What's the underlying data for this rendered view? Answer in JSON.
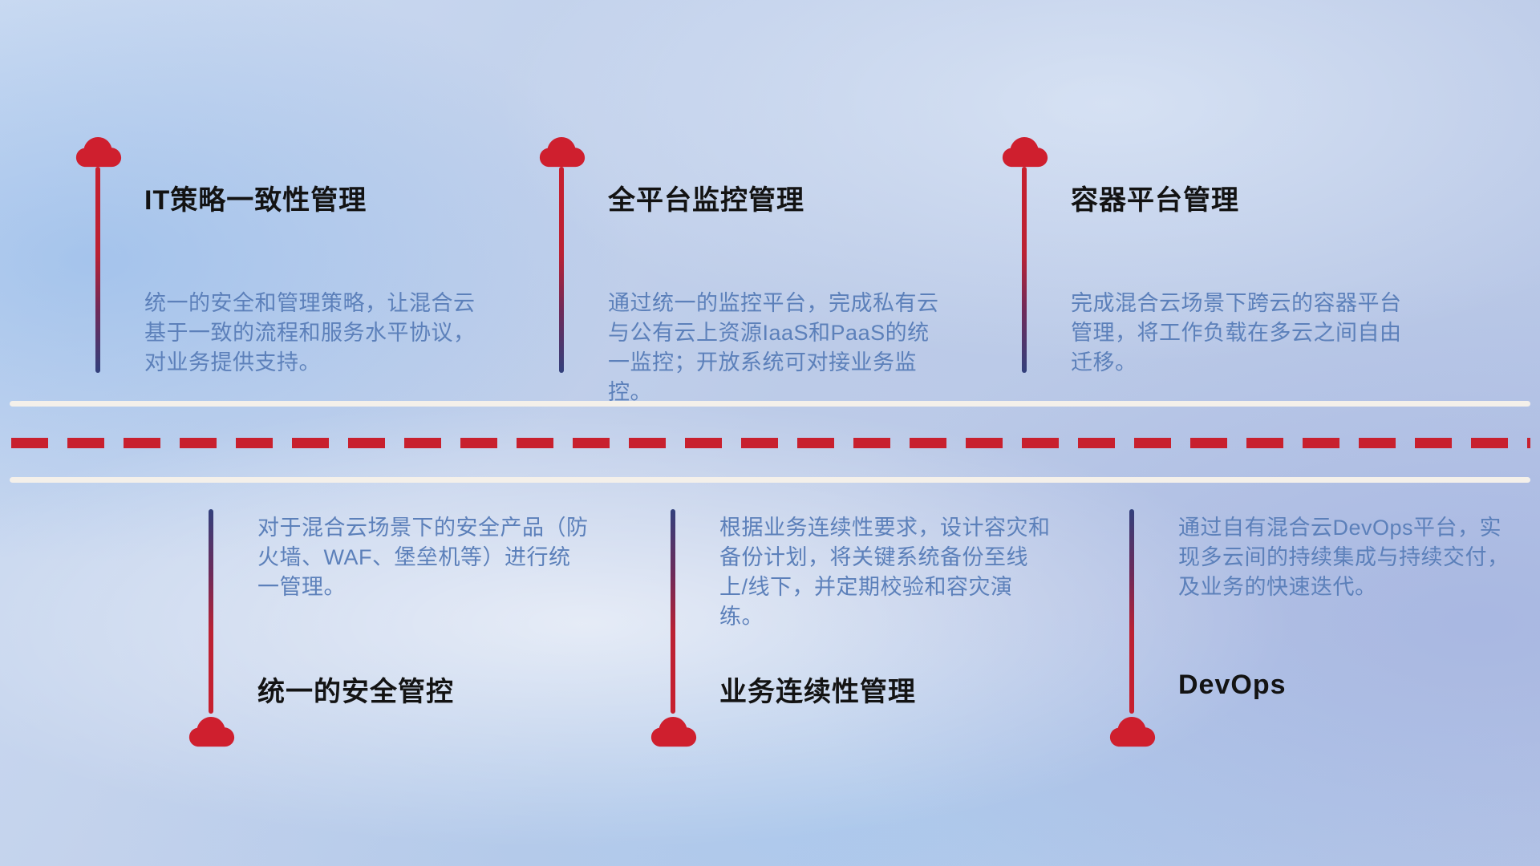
{
  "top_items": [
    {
      "title": "IT策略一致性管理",
      "description": "统一的安全和管理策略，让混合云基于一致的流程和服务水平协议，对业务提供支持。"
    },
    {
      "title": "全平台监控管理",
      "description": "通过统一的监控平台，完成私有云与公有云上资源IaaS和PaaS的统一监控；开放系统可对接业务监控。"
    },
    {
      "title": "容器平台管理",
      "description": "完成混合云场景下跨云的容器平台管理，将工作负载在多云之间自由迁移。"
    }
  ],
  "bottom_items": [
    {
      "title": "统一的安全管控",
      "description": "对于混合云场景下的安全产品（防火墙、WAF、堡垒机等）进行统一管理。"
    },
    {
      "title": "业务连续性管理",
      "description": "根据业务连续性要求，设计容灾和备份计划，将关键系统备份至线上/线下，并定期校验和容灾演练。"
    },
    {
      "title": "DevOps",
      "description": "通过自有混合云DevOps平台，实现多云间的持续集成与持续交付，及业务的快速迭代。"
    }
  ],
  "colors": {
    "cloud_red": "#cf1f2e",
    "dash_red": "#c8202e",
    "stick_navy": "#32407c",
    "title_color": "#131313",
    "description_color": "#5c80ba",
    "road_line": "#f4f0ea"
  }
}
